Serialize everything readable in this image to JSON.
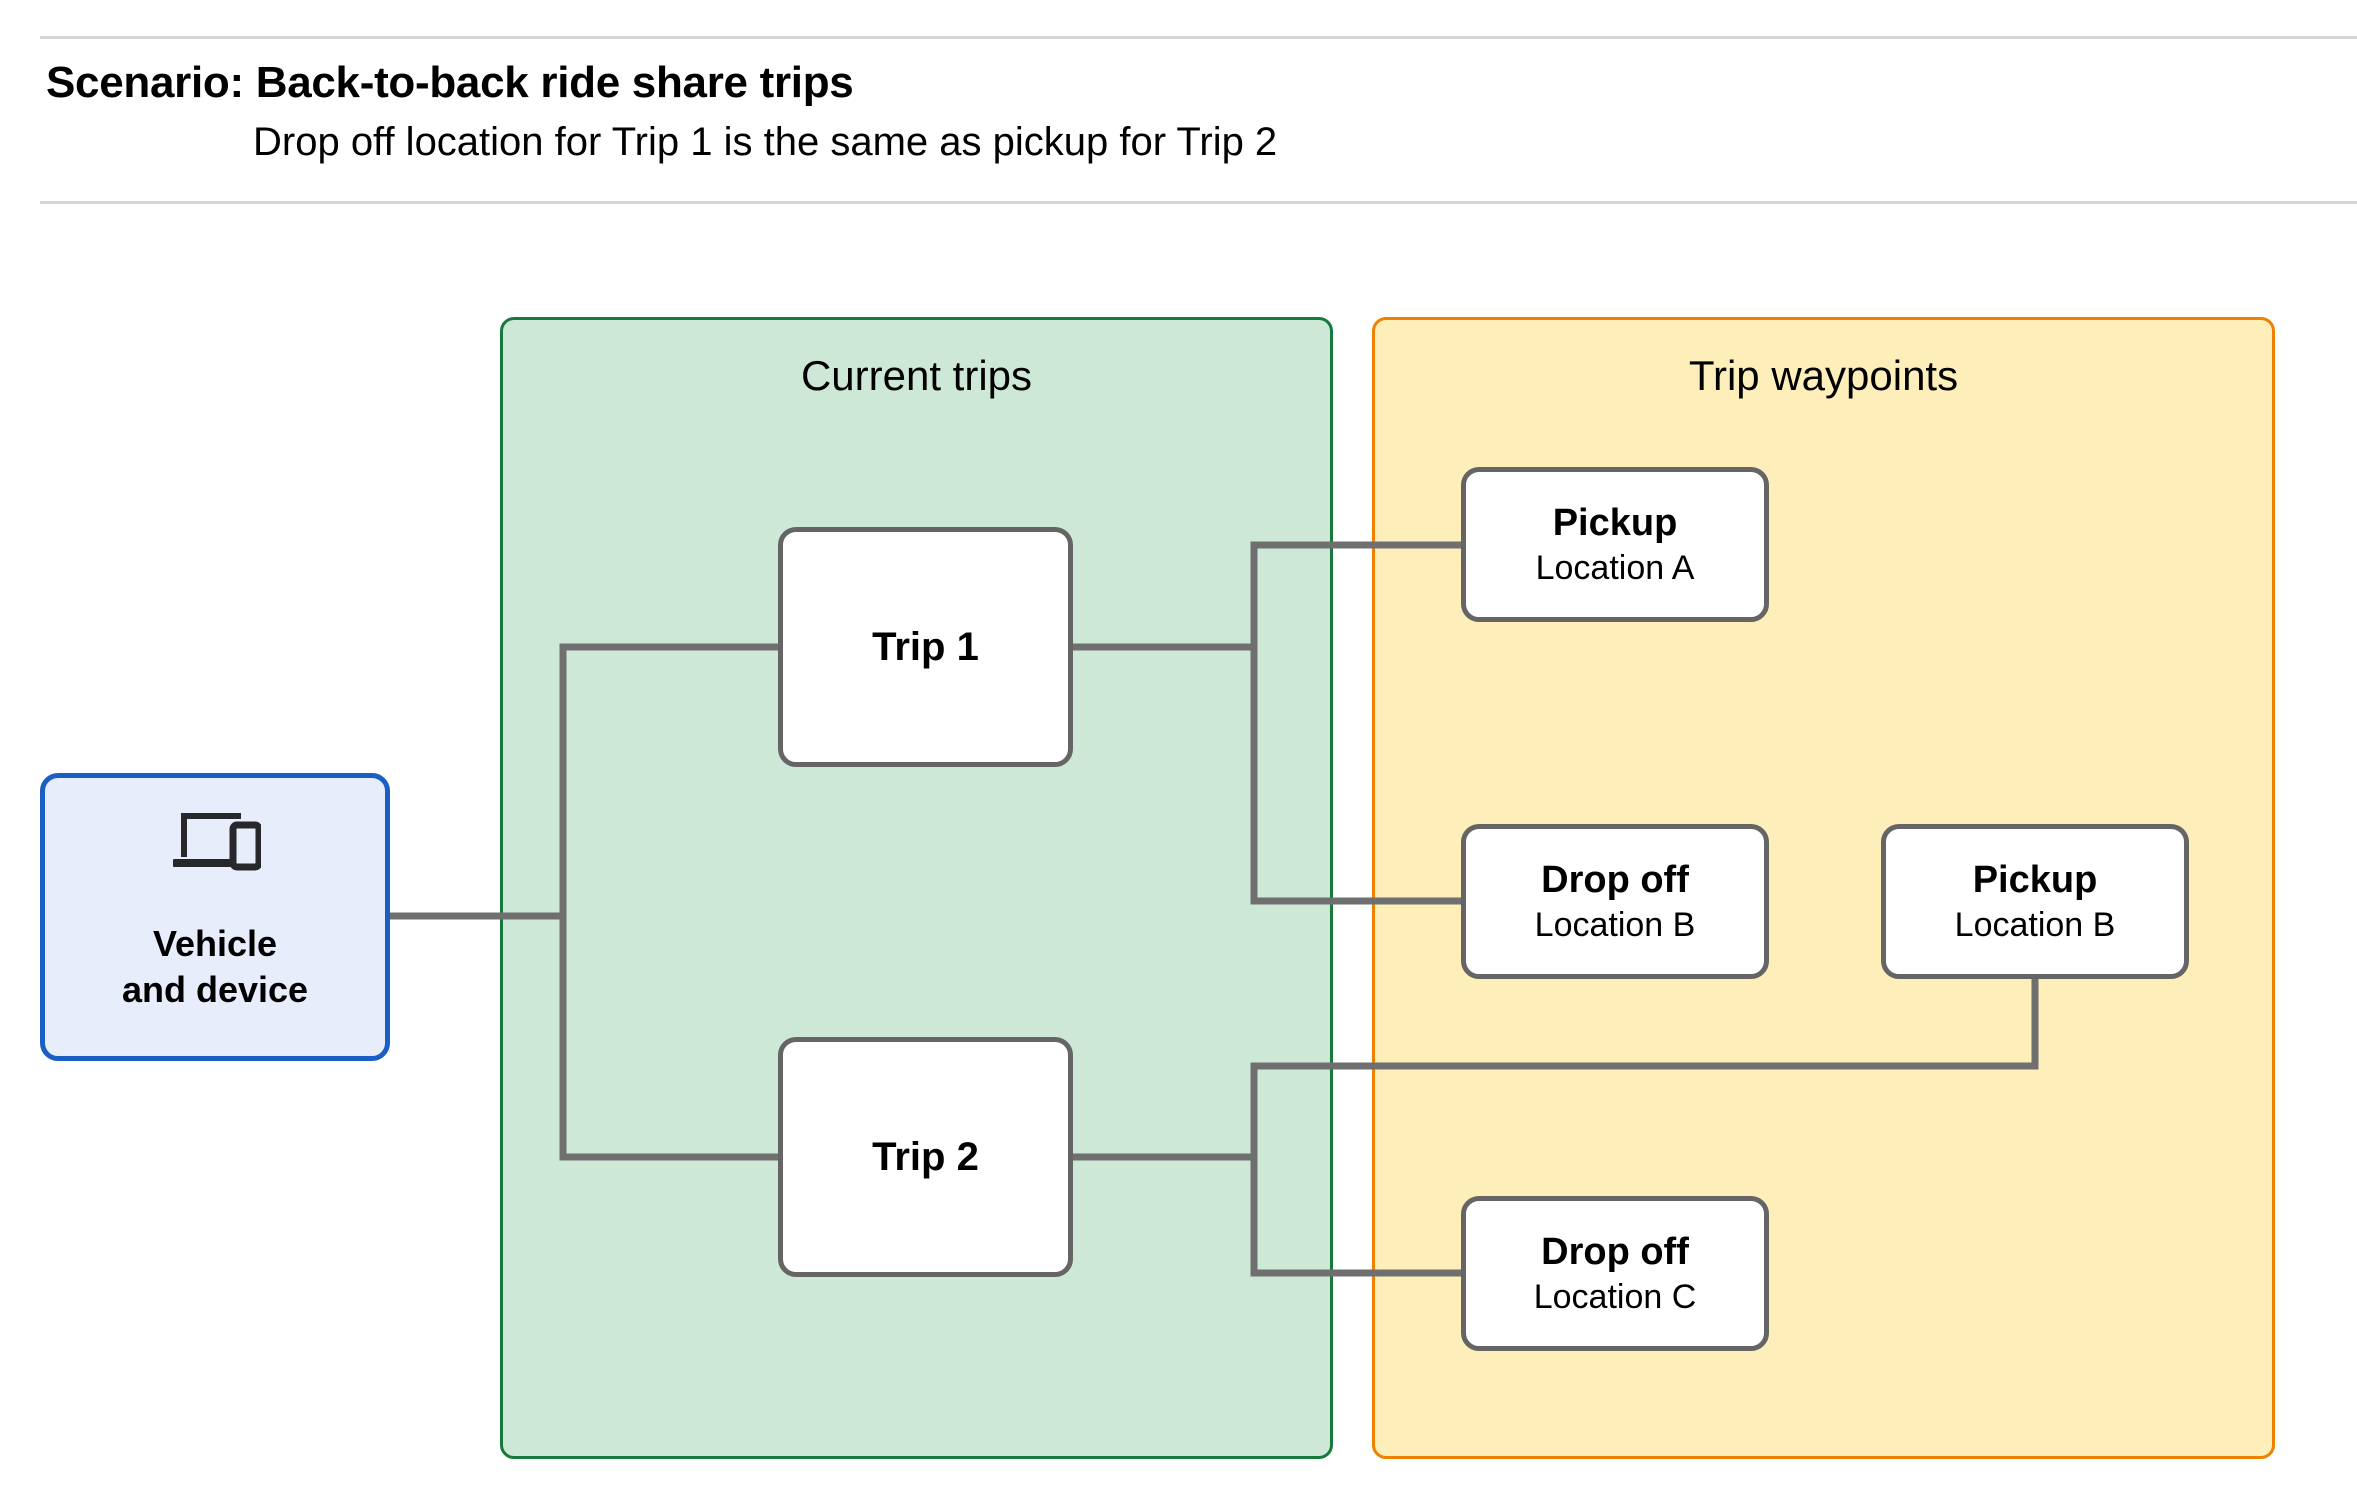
{
  "header": {
    "title": "Scenario: Back-to-back ride share trips",
    "subtitle": "Drop off  location for Trip 1 is the same as pickup for Trip 2"
  },
  "panels": {
    "current_trips": {
      "title": "Current trips",
      "fill": "#cee8d8",
      "border": "#17793c"
    },
    "trip_waypoints": {
      "title": "Trip waypoints",
      "fill": "#fdeeba",
      "border": "#ef8000"
    }
  },
  "vehicle": {
    "icon": "laptop-and-phone-icon",
    "label": "Vehicle\nand device",
    "fill": "#e8edfb",
    "border": "#1a5fc4"
  },
  "trips": [
    {
      "label": "Trip 1"
    },
    {
      "label": "Trip 2"
    }
  ],
  "waypoints": [
    {
      "title": "Pickup",
      "location": "Location A"
    },
    {
      "title": "Drop off",
      "location": "Location B"
    },
    {
      "title": "Pickup",
      "location": "Location B"
    },
    {
      "title": "Drop off",
      "location": "Location C"
    }
  ],
  "colors": {
    "connector": "#6f6f6f",
    "node_border": "#656565",
    "node_fill": "#ffffff",
    "rule": "#d5d5d5"
  }
}
